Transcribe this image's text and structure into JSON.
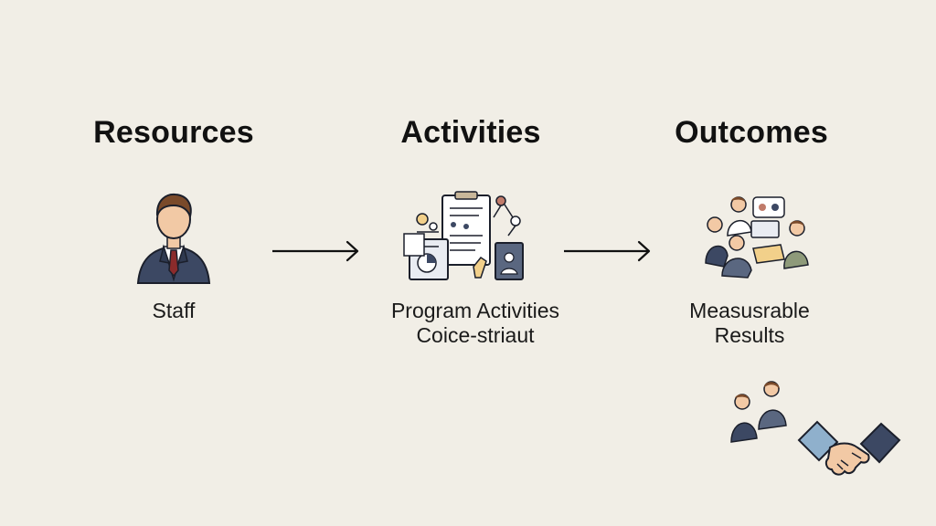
{
  "columns": [
    {
      "heading": "Resources",
      "caption_lines": [
        "Staff"
      ],
      "icon": "staff-person-icon"
    },
    {
      "heading": "Activities",
      "caption_lines": [
        "Program Activities",
        "Coice-striaut"
      ],
      "icon": "program-activities-icon"
    },
    {
      "heading": "Outcomes",
      "caption_lines": [
        "Measusrable",
        "Results"
      ],
      "icon": "group-collaboration-icon"
    }
  ],
  "decorations": [
    "people-meeting-icon",
    "handshake-icon"
  ],
  "colors": {
    "background": "#f1eee6",
    "suit": "#3c4863",
    "accent_red": "#8b2b2b",
    "skin": "#f2c9a5",
    "hair": "#7a4a2a"
  }
}
